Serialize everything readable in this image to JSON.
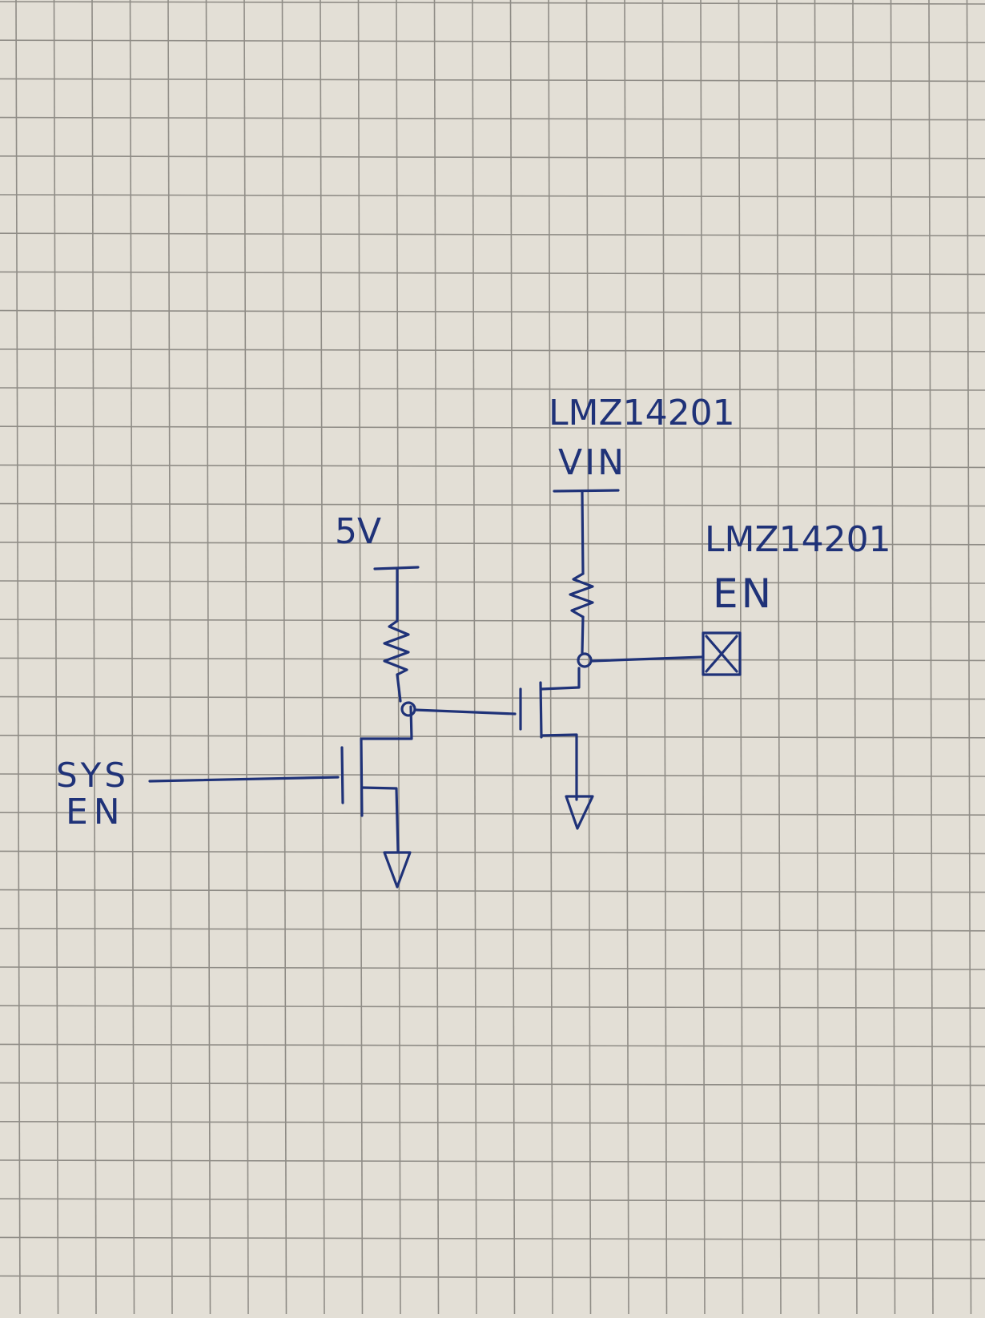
{
  "labels": {
    "sys_en_line1": "SYS",
    "sys_en_line2": "EN",
    "supply_5v": "5V",
    "vin_part": "LMZ14201",
    "vin_pin": "VIN",
    "en_part": "LMZ14201",
    "en_pin": "EN"
  },
  "colors": {
    "paper": "#e3dfd6",
    "grid": "#8f8c86",
    "ink": "#1f3278"
  }
}
